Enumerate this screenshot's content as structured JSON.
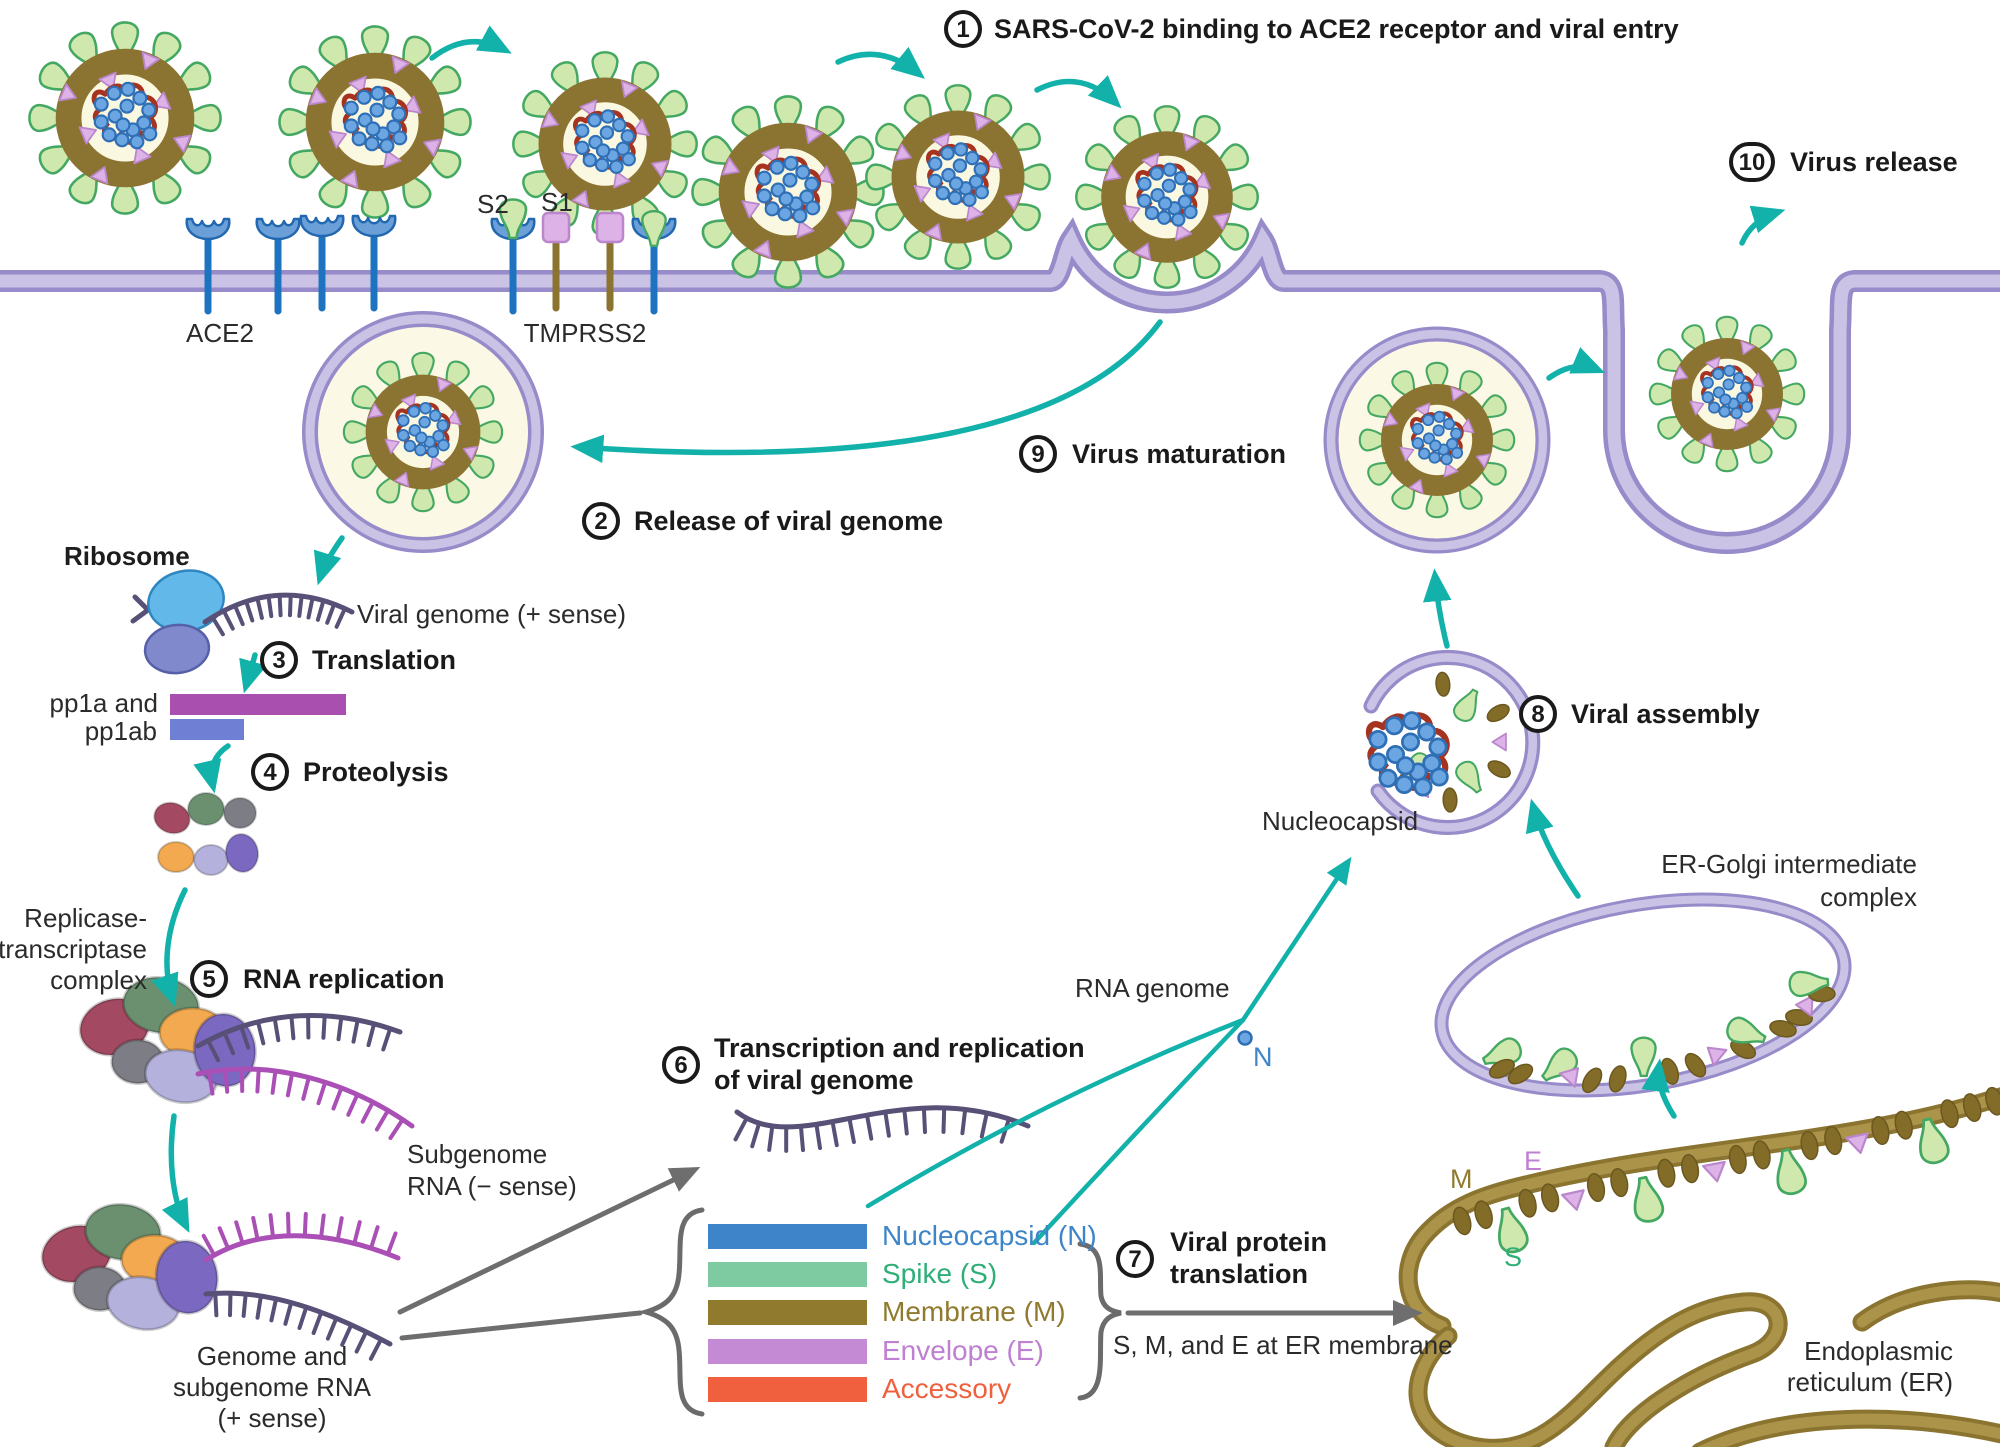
{
  "figure": {
    "name": "SARS-CoV-2 viral replication cycle"
  },
  "steps": [
    {
      "num": "1",
      "label": "SARS-CoV-2 binding to ACE2 receptor and viral entry"
    },
    {
      "num": "2",
      "label": "Release of viral genome"
    },
    {
      "num": "3",
      "label": "Translation"
    },
    {
      "num": "4",
      "label": "Proteolysis"
    },
    {
      "num": "5",
      "label": "RNA replication"
    },
    {
      "num": "6",
      "label": "Transcription and replication",
      "label2": "of viral genome"
    },
    {
      "num": "7",
      "label": "Viral protein",
      "label2": "translation"
    },
    {
      "num": "8",
      "label": "Viral assembly"
    },
    {
      "num": "9",
      "label": "Virus maturation"
    },
    {
      "num": "10",
      "label": "Virus release"
    }
  ],
  "labels": {
    "ace2": "ACE2",
    "s2": "S2",
    "s1": "S1",
    "tmprss2": "TMPRSS2",
    "ribosome": "Ribosome",
    "viral_genome": "Viral genome (+ sense)",
    "pp1a": "pp1a and",
    "pp1ab": "pp1ab",
    "rtc1": "Replicase-",
    "rtc2": "transcriptase",
    "rtc3": "complex",
    "subgenome1": "Subgenome",
    "subgenome2": "RNA (− sense)",
    "genome1": "Genome and",
    "genome2": "subgenome RNA",
    "genome3": "(+ sense)",
    "rna_genome": "RNA genome",
    "n_letter": "N",
    "nucleocapsid": "Nucleocapsid",
    "ergic1": "ER-Golgi intermediate",
    "ergic2": "complex",
    "m_letter": "M",
    "e_letter": "E",
    "s_letter": "S",
    "sme": "S, M, and E at ER membrane",
    "er1": "Endoplasmic",
    "er2": "reticulum (ER)"
  },
  "legend": {
    "items": [
      {
        "label": "Nucleocapsid (N)",
        "bar": "#3d85c8",
        "text": "#3d85c8"
      },
      {
        "label": "Spike (S)",
        "bar": "#7ecba1",
        "text": "#2fae78"
      },
      {
        "label": "Membrane (M)",
        "bar": "#8f7a2e",
        "text": "#8f7a2e"
      },
      {
        "label": "Envelope (E)",
        "bar": "#c48bd4",
        "text": "#bf7fd2"
      },
      {
        "label": "Accessory",
        "bar": "#f0603f",
        "text": "#f0603f"
      }
    ]
  },
  "letter_colors": {
    "n": "#3d85c8",
    "m": "#8f7a2e",
    "e": "#bf7fd2",
    "s": "#2fae78"
  },
  "colors": {
    "teal": "#12b2aa",
    "gray_arrow": "#6e6e6e",
    "membrane_dark": "#978bc9",
    "membrane_light": "#cbc3e5",
    "virion_ring": "#8b7431",
    "interior": "#fbf8e2",
    "spike_fill": "#cfe8ad",
    "spike_stroke": "#44a862",
    "envelope_fill": "#ddb2e6",
    "envelope_stroke": "#bb86cc",
    "rna_red": "#a63320",
    "n_dot_fill": "#6ca6e2",
    "n_dot_stroke": "#2f6fb5",
    "ace2_stem": "#1e73c0",
    "ace2_fill": "#6b9fd8",
    "ace2_stroke": "#2268b0",
    "er_dark": "#8a7430",
    "er_core": "#ab9449",
    "m_stud": "#836c28",
    "m_stud_stroke": "#6b5820",
    "strand_dark": "#585076",
    "strand_magenta": "#a94fb5",
    "pp1a_bar": "#a94fb0",
    "pp1ab_bar": "#6f7fd4",
    "ribosome_light": "#62b8e8",
    "ribosome_light_stroke": "#2e86c0",
    "ribosome_dark": "#8089cc",
    "ribosome_dark_stroke": "#5560a8",
    "blob_maroon": "#a34a62",
    "blob_green": "#6b9070",
    "blob_gray": "#7d7d85",
    "blob_orange": "#f2a950",
    "blob_lavender": "#b4b2dc",
    "blob_violet": "#7b68c0",
    "brace": "#6b6b6b"
  }
}
